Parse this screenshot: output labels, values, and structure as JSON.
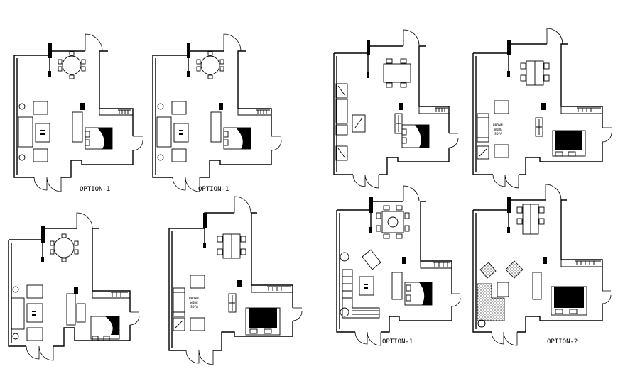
{
  "labels": {
    "option_a1": "OPTION-1",
    "option_a2": "OPTION-1",
    "option_e": "OPTION-1",
    "option_f": "OPTION-2"
  },
  "sofa_text_1": [
    "BROWN",
    "WIDE",
    "SOFA"
  ],
  "sofa_text_2": [
    "BROWN",
    "WIDE",
    "SOFA"
  ]
}
